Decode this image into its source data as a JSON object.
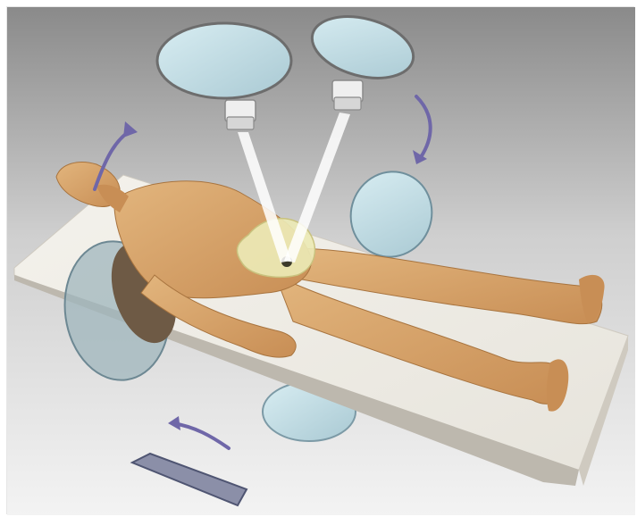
{
  "scene": {
    "subject": "patient-on-table",
    "imaging_devices": 6,
    "arrows": 3,
    "colors": {
      "background_top": "#8c8c8c",
      "background_bottom": "#f2f2f2",
      "body": "#d7a56a",
      "table": "#f1efe8",
      "plate": "#b9d6df",
      "beam": "#ffffff",
      "pelvis": "#ece9b5",
      "arrow": "#7b73b5"
    }
  }
}
